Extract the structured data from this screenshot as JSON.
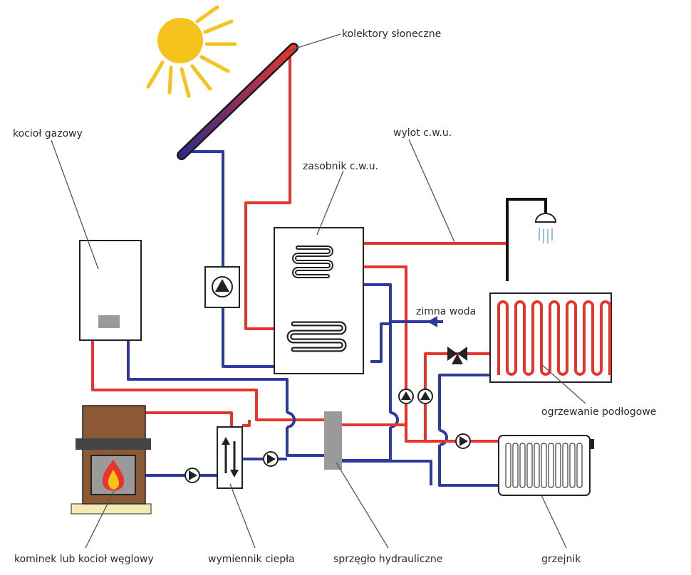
{
  "labels": {
    "solar_collectors": "kolektory słoneczne",
    "gas_boiler": "kocioł gazowy",
    "dhw_outlet": "wylot c.w.u.",
    "dhw_tank": "zasobnik c.w.u.",
    "cold_water": "zimna woda",
    "floor_heating": "ogrzewanie podłogowe",
    "fireplace": "kominek lub kocioł węglowy",
    "heat_exchanger": "wymiennik ciepła",
    "hydraulic_coupler": "sprzęgło hydrauliczne",
    "radiator": "grzejnik"
  },
  "colors": {
    "hot_pipe": "#e8352b",
    "cold_pipe": "#2e3a9c",
    "sun": "#f6c21c",
    "fireplace_body": "#8b5a35",
    "coupler": "#9a9a9a"
  }
}
